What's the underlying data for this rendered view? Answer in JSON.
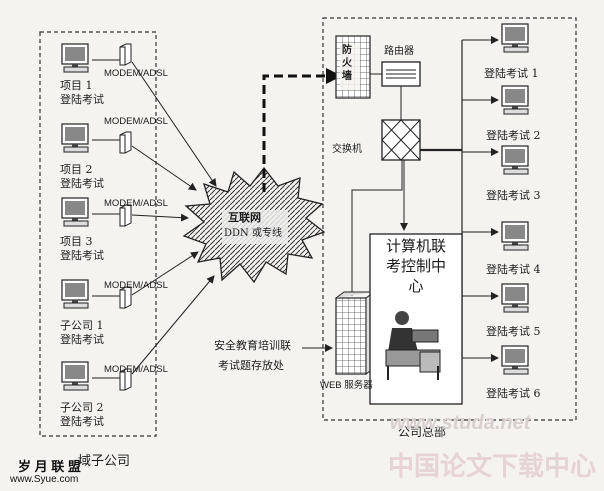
{
  "branch_group": {
    "label": "域子公司",
    "sites": [
      {
        "name": "项目 1",
        "action": "登陆考试",
        "link": "MODEM/ADSL"
      },
      {
        "name": "项目 2",
        "action": "登陆考试",
        "link": "MODEM/ADSL"
      },
      {
        "name": "项目 3",
        "action": "登陆考试",
        "link": "MODEM/ADSL"
      },
      {
        "name": "子公司 1",
        "action": "登陆考试",
        "link": "MODEM/ADSL"
      },
      {
        "name": "子公司 2",
        "action": "登陆考试",
        "link": "MODEM/ADSL"
      }
    ]
  },
  "internet": {
    "line1": "互联网",
    "line2": "DDN 或专线"
  },
  "hq": {
    "label": "公司总部",
    "firewall": "防火墙",
    "router": "路由器",
    "switch": "交换机",
    "web_server": "WEB 服务器",
    "center": {
      "line1": "计算机联",
      "line2": "考控制中",
      "line3": "心"
    },
    "storage": {
      "line1": "安全教育培训联",
      "line2": "考试题存放处"
    },
    "terminals": [
      "登陆考试 1",
      "登陆考试 2",
      "登陆考试 3",
      "登陆考试 4",
      "登陆考试 5",
      "登陆考试 6"
    ]
  },
  "watermarks": {
    "left_title": "岁 月 联 盟",
    "left_url": "www.Syue.com",
    "right_url": "www.studa.net",
    "right_title": "中国论文下载中心"
  }
}
